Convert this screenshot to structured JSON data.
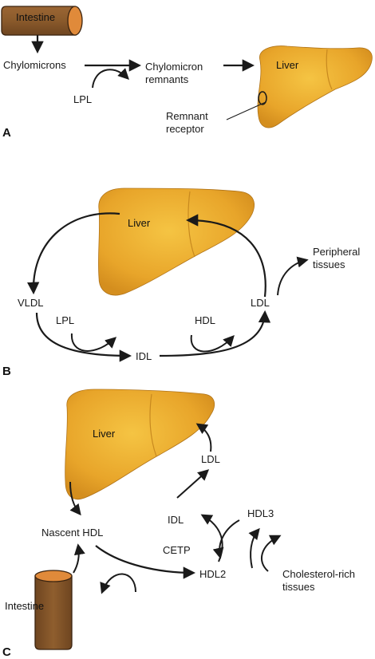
{
  "panels": {
    "a": {
      "letter": "A",
      "intestine": "Intestine",
      "chylomicrons": "Chylomicrons",
      "lpl": "LPL",
      "remnants_line1": "Chylomicron",
      "remnants_line2": "remnants",
      "liver": "Liver",
      "receptor_line1": "Remnant",
      "receptor_line2": "receptor"
    },
    "b": {
      "letter": "B",
      "liver": "Liver",
      "vldl": "VLDL",
      "lpl": "LPL",
      "idl": "IDL",
      "hdl": "HDL",
      "ldl": "LDL",
      "peripheral_line1": "Peripheral",
      "peripheral_line2": "tissues"
    },
    "c": {
      "letter": "C",
      "liver": "Liver",
      "ldl": "LDL",
      "idl": "IDL",
      "hdl3": "HDL3",
      "cetp": "CETP",
      "nascent_hdl": "Nascent HDL",
      "hdl2": "HDL2",
      "intestine": "Intestine",
      "cholesterol_line1": "Cholesterol-rich",
      "cholesterol_line2": "tissues"
    }
  },
  "colors": {
    "liver_fill": "#E8A52A",
    "liver_light": "#F2C040",
    "intestine_fill": "#8A5A2B",
    "intestine_end": "#E08A3A",
    "arrow": "#1a1a1a"
  }
}
